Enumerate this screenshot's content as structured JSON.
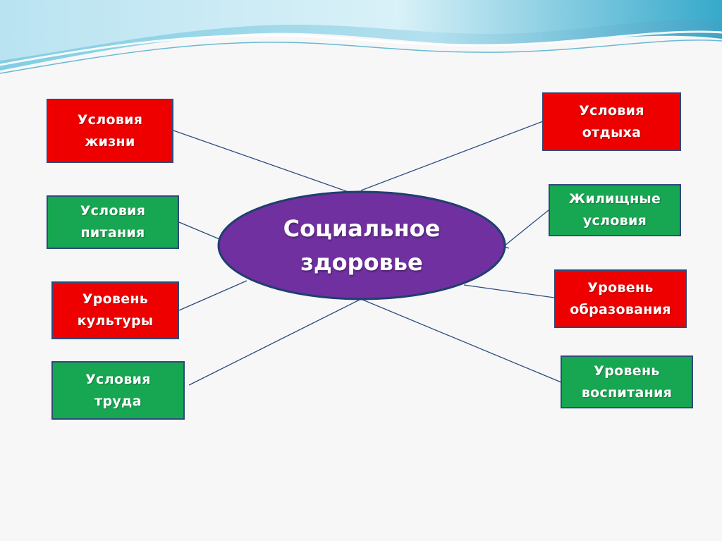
{
  "colors": {
    "red_box": "#ee0000",
    "green_box": "#17a651",
    "box_border": "#2f4a7a",
    "center_fill": "#7030a0",
    "center_border": "#1f3f6f",
    "connector": "#2a4d7c",
    "wave_light": "#bfe6f3",
    "wave_dark": "#3fb0cf"
  },
  "diagram": {
    "center": {
      "label": "Социальное\nздоровье"
    },
    "boxes": [
      {
        "id": "living-conditions",
        "label": "Условия\nжизни",
        "color": "red"
      },
      {
        "id": "nutrition-conditions",
        "label": "Условия\nпитания",
        "color": "green"
      },
      {
        "id": "culture-level",
        "label": "Уровень\nкультуры",
        "color": "red"
      },
      {
        "id": "work-conditions",
        "label": "Условия\nтруда",
        "color": "green"
      },
      {
        "id": "rest-conditions",
        "label": "Условия\nотдыха",
        "color": "red"
      },
      {
        "id": "housing-conditions",
        "label": "Жилищные\nусловия",
        "color": "green"
      },
      {
        "id": "education-level",
        "label": "Уровень\nобразования",
        "color": "red"
      },
      {
        "id": "upbringing-level",
        "label": "Уровень\nвоспитания",
        "color": "green"
      }
    ]
  }
}
